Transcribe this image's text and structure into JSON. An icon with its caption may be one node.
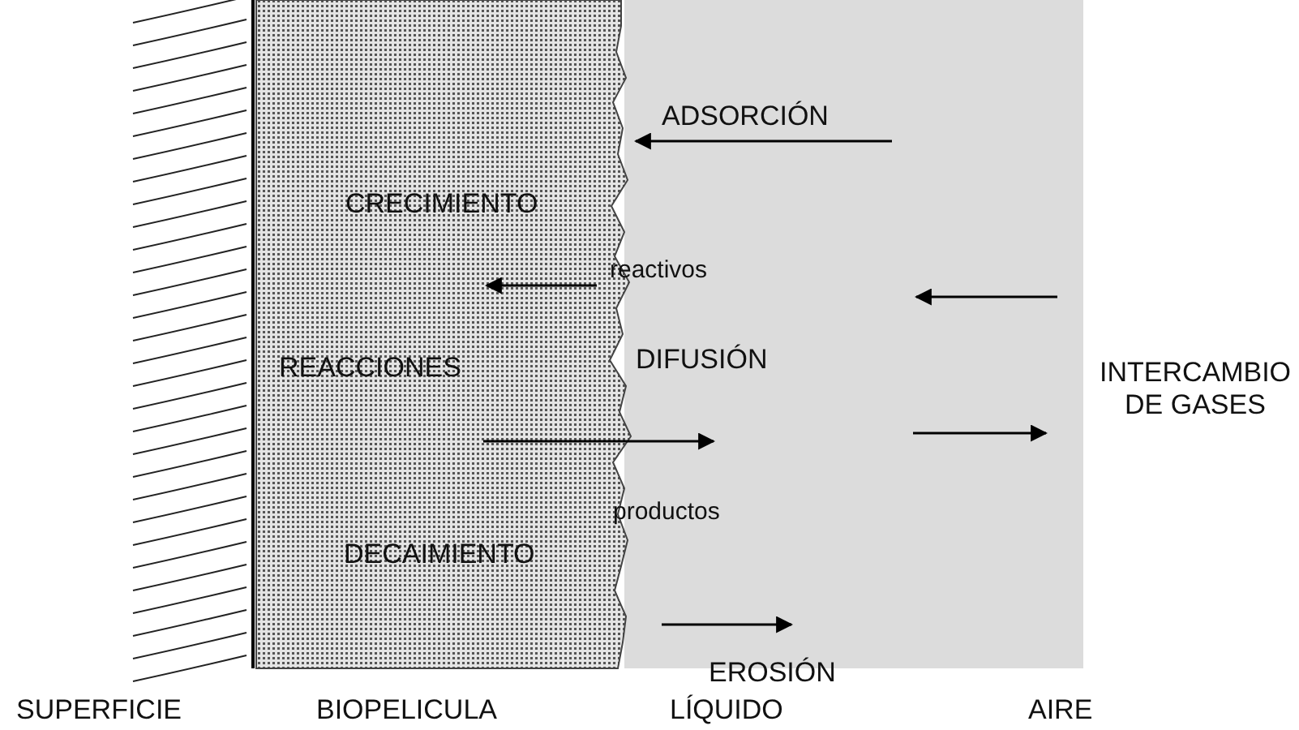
{
  "diagram": {
    "labels": [
      "ADSORCIÓN",
      "CRECIMIENTO",
      "reactivos",
      "REACCIONES",
      "DIFUSIÓN",
      "INTERCAMBIO DE GASES",
      "productos",
      "DECAIMIENTO",
      "EROSIÓN",
      "SUPERFICIE",
      "BIOPELICULA",
      "LÍQUIDO",
      "AIRE"
    ]
  }
}
